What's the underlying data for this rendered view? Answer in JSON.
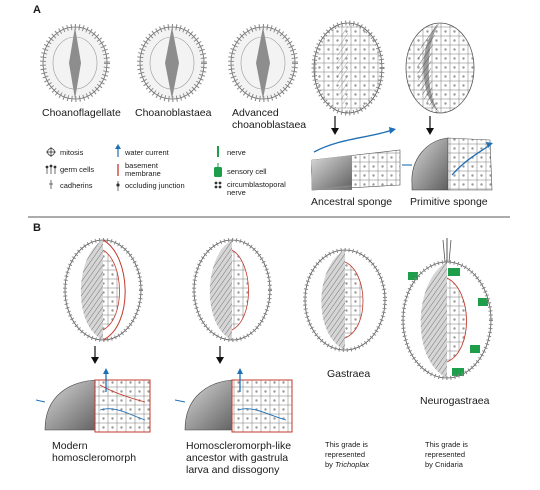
{
  "panels": {
    "a": "A",
    "b": "B"
  },
  "row_a": {
    "choanoflagellate": "Choanoflagellate",
    "choanoblastaea": "Choanoblastaea",
    "advanced_line1": "Advanced",
    "advanced_line2": "choanoblastaea",
    "ancestral_sponge": "Ancestral sponge",
    "primitive_sponge": "Primitive sponge"
  },
  "legend": {
    "mitosis": "mitosis",
    "germ_cells": "germ cells",
    "cadherins": "cadherins",
    "water_current": "water current",
    "basement_line1": "basement",
    "basement_line2": "membrane",
    "occluding": "occluding junction",
    "nerve": "nerve",
    "sensory_cell": "sensory cell",
    "circum_line1": "circumblastoporal",
    "circum_line2": "nerve"
  },
  "row_b": {
    "modern_line1": "Modern",
    "modern_line2": "homoscleromorph",
    "homo_line1": "Homoscleromorph-like",
    "homo_line2": "ancestor with gastrula",
    "homo_line3": "larva and dissogony",
    "gastraea": "Gastraea",
    "neurogastraea": "Neurogastraea",
    "note1_l1": "This grade is",
    "note1_l2": "represented",
    "note1_l3": "by",
    "note1_taxon": "Trichoplax",
    "note2_l1": "This grade is",
    "note2_l2": "represented",
    "note2_l3": "by Cnidaria"
  },
  "colors": {
    "basement_red": "#c0392b",
    "water_blue": "#1f6fb5",
    "nerve_green": "#1e9e4a",
    "grey_dark": "#555555",
    "grey_light": "#cfcfcf"
  },
  "icons": [
    "mitosis-icon",
    "germ-cells-icon",
    "cadherins-icon",
    "water-current-icon",
    "basement-membrane-icon",
    "occluding-junction-icon",
    "nerve-icon",
    "sensory-cell-icon",
    "circumblastoporal-nerve-icon",
    "down-arrow-icon"
  ]
}
